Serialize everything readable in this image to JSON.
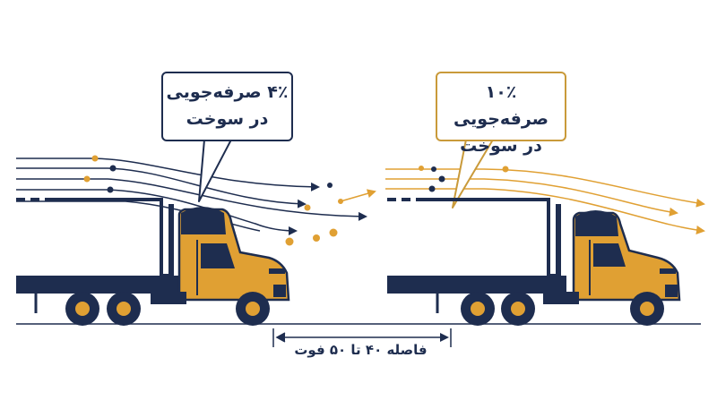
{
  "callouts": {
    "left": {
      "line1": "۴٪ صرفه‌جویی",
      "line2": "در سوخت"
    },
    "right": {
      "line1": "۱۰٪ صرفه‌جویی",
      "line2": "در سوخت"
    }
  },
  "distance_label": "فاصله ۴۰ تا ۵۰ فوت",
  "colors": {
    "navy": "#1e2d4f",
    "gold": "#e0a033",
    "callout_gold": "#c99a3a"
  }
}
